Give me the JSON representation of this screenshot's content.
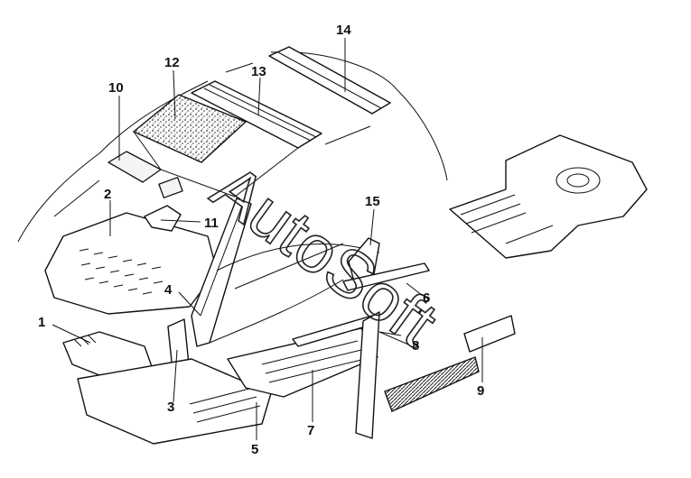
{
  "diagram": {
    "watermark": "AutoSoft",
    "callouts": [
      {
        "id": "1",
        "text": "1"
      },
      {
        "id": "2",
        "text": "2"
      },
      {
        "id": "3",
        "text": "3"
      },
      {
        "id": "4",
        "text": "4"
      },
      {
        "id": "5",
        "text": "5"
      },
      {
        "id": "6",
        "text": "6"
      },
      {
        "id": "7",
        "text": "7"
      },
      {
        "id": "8",
        "text": "8"
      },
      {
        "id": "9",
        "text": "9"
      },
      {
        "id": "10",
        "text": "10"
      },
      {
        "id": "11",
        "text": "11"
      },
      {
        "id": "12",
        "text": "12"
      },
      {
        "id": "13",
        "text": "13"
      },
      {
        "id": "14",
        "text": "14"
      },
      {
        "id": "15",
        "text": "15"
      }
    ]
  }
}
